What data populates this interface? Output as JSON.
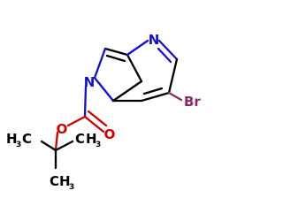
{
  "molecule": {
    "atoms": {
      "n_pyridine": "N",
      "n_pyrrole": "N",
      "bromine": "Br",
      "o_carbonyl": "O",
      "o_ester": "O",
      "methyl_left_h": "H",
      "methyl_left_c": "C",
      "methyl_left_sub": "3",
      "methyl_right_h": "H",
      "methyl_right_c": "C",
      "methyl_right_sub": "3",
      "methyl_bottom_h": "H",
      "methyl_bottom_c": "C",
      "methyl_bottom_sub": "3"
    },
    "colors": {
      "nitrogen": "#1010d0",
      "oxygen": "#d00000",
      "bromine": "#8b2a6b",
      "carbon": "#000000"
    }
  }
}
